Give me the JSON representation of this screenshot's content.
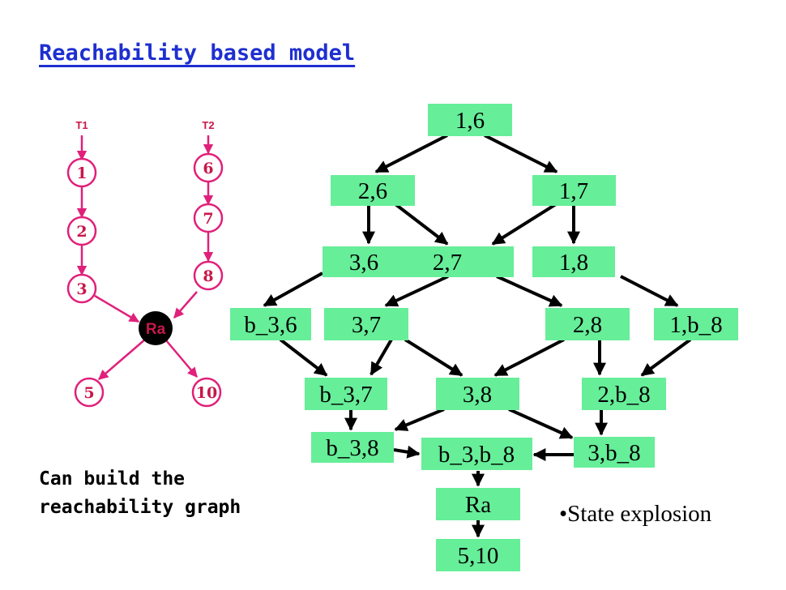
{
  "title": "Reachability based model",
  "caption": {
    "line1": "Can build the",
    "line2": "reachability graph"
  },
  "bullet": "•State explosion",
  "threads": {
    "t1": "T1",
    "t2": "T2",
    "t1_nodes": [
      "1",
      "2",
      "3"
    ],
    "t2_nodes": [
      "6",
      "7",
      "8"
    ],
    "sync": "Ra",
    "after": [
      "5",
      "10"
    ]
  },
  "graph": {
    "box_color": "#66ee99",
    "states": [
      "1,6",
      "2,6",
      "1,7",
      "3,6",
      "2,7",
      "1,8",
      "b_3,6",
      "3,7",
      "2,8",
      "1,b_8",
      "b_3,7",
      "3,8",
      "2,b_8",
      "b_3,8",
      "b_3,b_8",
      "3,b_8",
      "Ra",
      "5,10"
    ]
  },
  "colors": {
    "thread_color": "#e0207a",
    "thread_text": "#c8184a",
    "sync_node": "#000000"
  }
}
